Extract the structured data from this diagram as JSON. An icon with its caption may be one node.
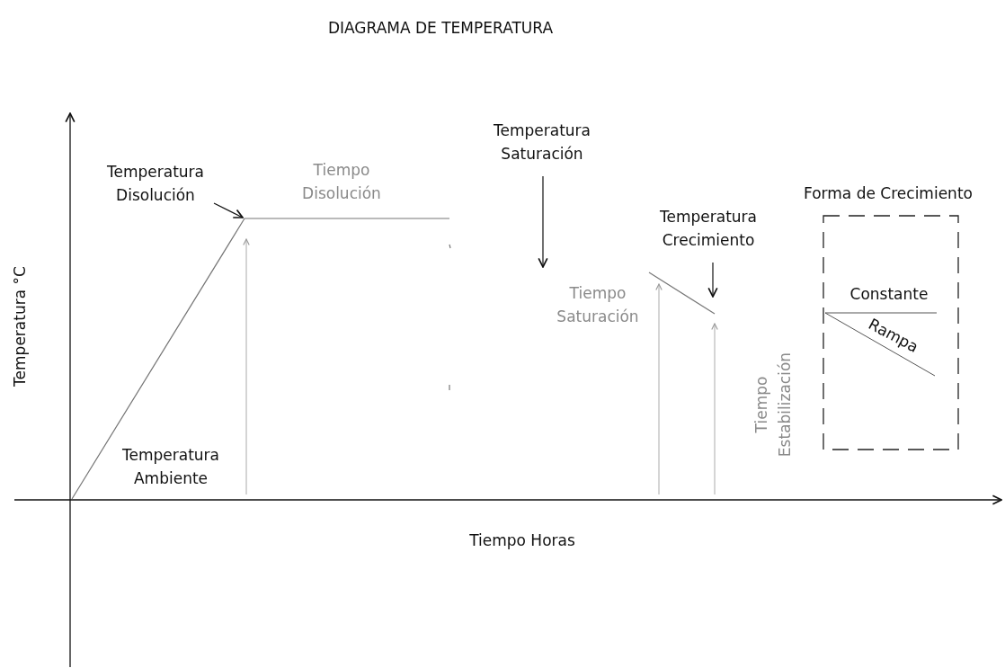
{
  "diagram": {
    "title": "DIAGRAMA DE TEMPERATURA",
    "nodes": [
      {
        "text": [
          "Temperatura Disolución"
        ]
      },
      {
        "text": [
          "Temperatura Saturación"
        ]
      },
      {
        "text": [
          "Temperatura Crecimiento"
        ]
      },
      {
        "text": [
          "Forma de Crecimiento",
          "Constante",
          "Rampa"
        ]
      }
    ],
    "edges": [
      {
        "from": 0,
        "to": null,
        "arrow": "to"
      },
      {
        "from": 1,
        "to": null,
        "arrow": "to"
      },
      {
        "from": 2,
        "to": null,
        "arrow": "to"
      }
    ],
    "labels": [
      "Tiempo Disolución",
      "Temperatura °C",
      "Tiempo Saturación",
      "Tiempo Estabilización",
      "Temperatura Ambiente",
      "Tiempo Horas"
    ]
  }
}
